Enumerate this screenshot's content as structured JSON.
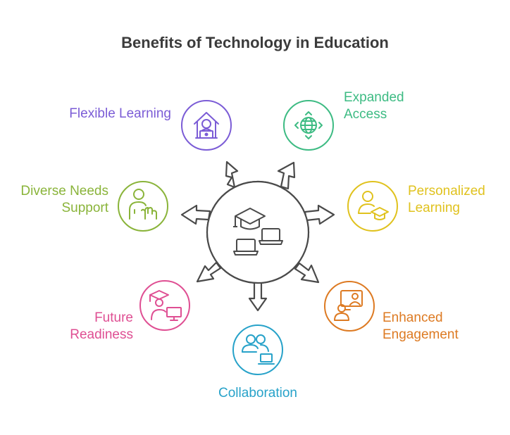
{
  "title": "Benefits of Technology in Education",
  "colors": {
    "outline": "#4a4a4a",
    "flexible": "#7b5cd6",
    "expanded": "#3dbb83",
    "personalized": "#e0c21e",
    "enhanced": "#dd7a22",
    "collaboration": "#27a2c9",
    "future": "#df4f93",
    "diverse": "#8ab43a"
  },
  "benefits": {
    "flexible": {
      "line1": "Flexible Learning",
      "line2": "",
      "icon": "home-laptop-icon"
    },
    "expanded": {
      "line1": "Expanded",
      "line2": "Access",
      "icon": "globe-arrows-icon"
    },
    "personalized": {
      "line1": "Personalized",
      "line2": "Learning",
      "icon": "person-graduation-cap-icon"
    },
    "enhanced": {
      "line1": "Enhanced",
      "line2": "Engagement",
      "icon": "video-presentation-icon"
    },
    "collaboration": {
      "line1": "Collaboration",
      "line2": "",
      "icon": "group-laptop-icon"
    },
    "future": {
      "line1": "Future",
      "line2": "Readiness",
      "icon": "graduate-computer-icon"
    },
    "diverse": {
      "line1": "Diverse Needs",
      "line2": "Support",
      "icon": "person-hand-icon"
    }
  }
}
